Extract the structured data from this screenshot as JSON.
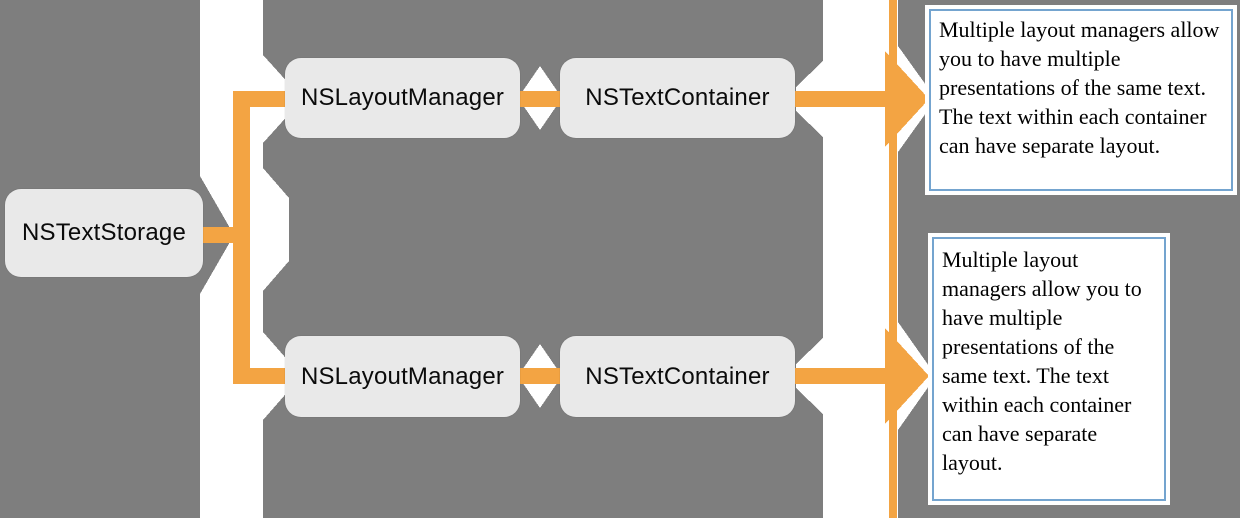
{
  "diagram": {
    "nodes": {
      "text_storage": {
        "label": "NSTextStorage"
      },
      "layout_manager_top": {
        "label": "NSLayoutManager"
      },
      "text_container_top": {
        "label": "NSTextContainer"
      },
      "layout_manager_bottom": {
        "label": "NSLayoutManager"
      },
      "text_container_bottom": {
        "label": "NSTextContainer"
      }
    },
    "annotations": {
      "top": {
        "text": "Multiple layout managers allow you to have multiple presentations of the same text. The text within each container can have separate layout."
      },
      "bottom": {
        "text": "Multiple layout managers allow you to have multiple presentations of the same text. The text within each container can have separate layout."
      }
    },
    "colors": {
      "background_gray": "#7e7e7e",
      "node_fill": "#e9e9e9",
      "connector_orange": "#f3a443",
      "callout_border_blue": "#74a4cf",
      "ink": "#0b0b0b",
      "white": "#ffffff"
    }
  }
}
